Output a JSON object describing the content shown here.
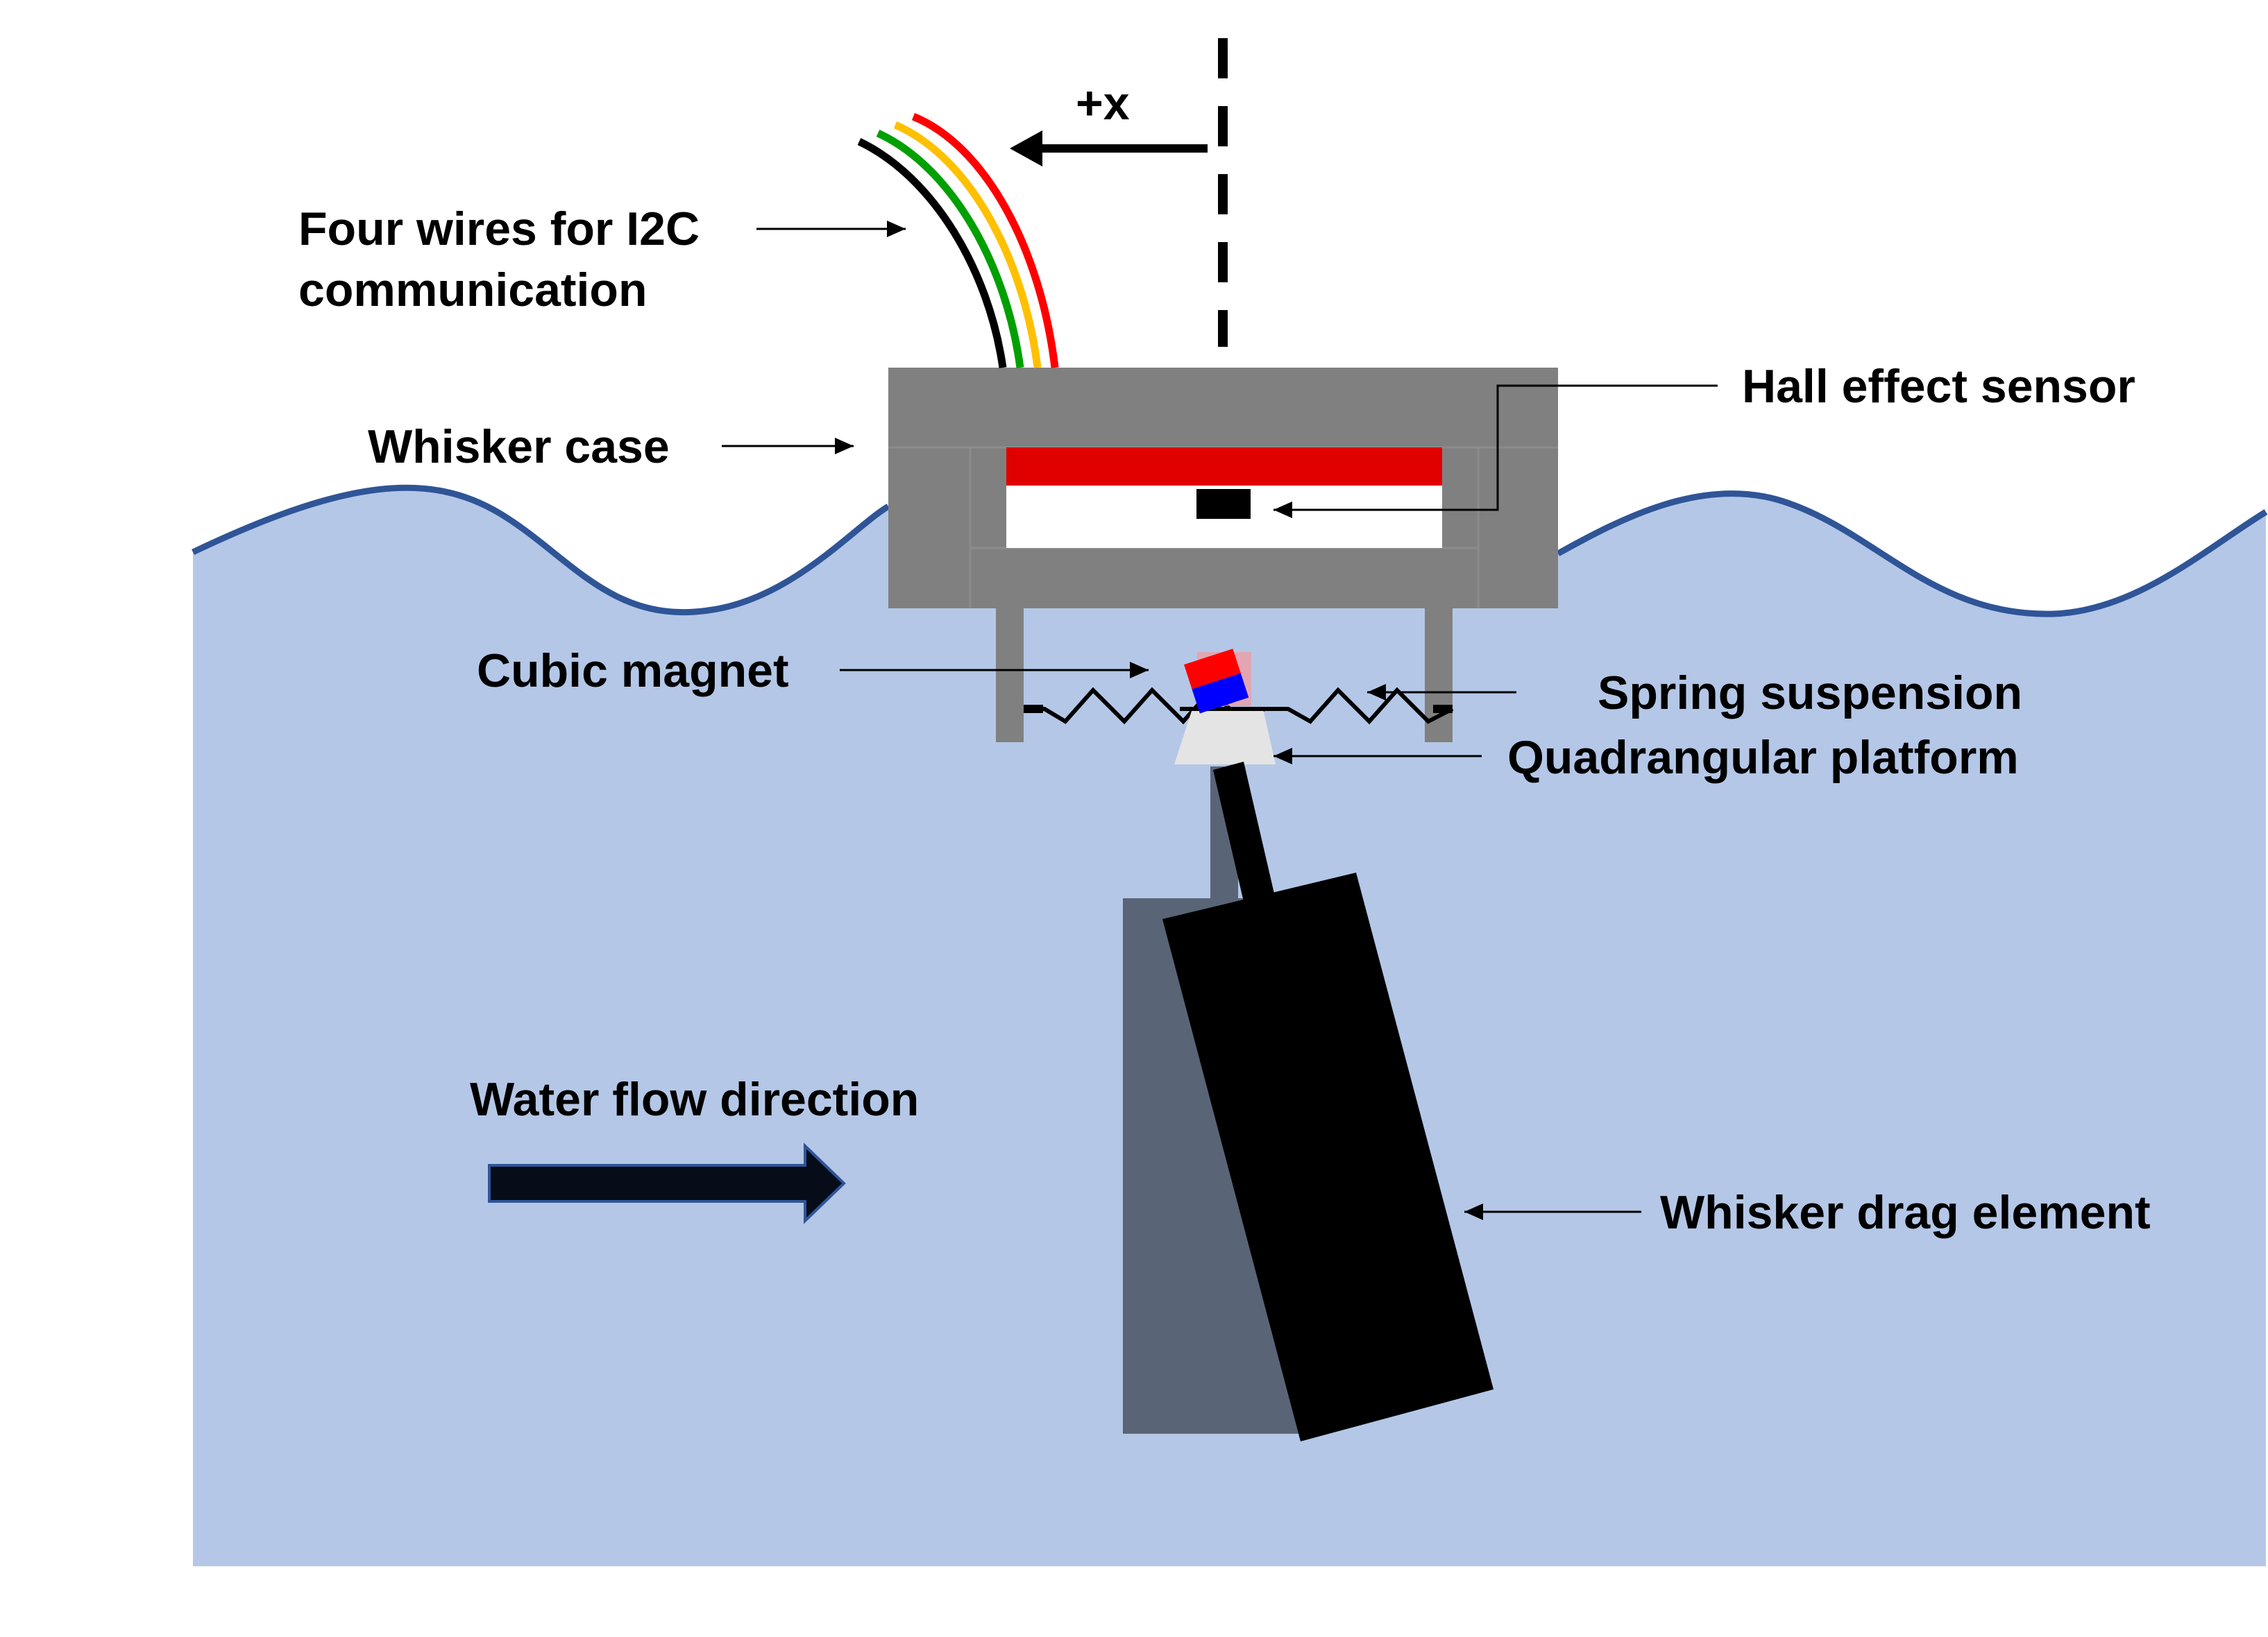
{
  "labels": {
    "plus_x": "+x",
    "wires_line1": "Four wires for I2C",
    "wires_line2": "communication",
    "whisker_case": "Whisker case",
    "hall_effect_sensor": "Hall effect sensor",
    "cubic_magnet": "Cubic magnet",
    "spring_suspension": "Spring suspension",
    "quadrangular_platform": "Quadrangular platform",
    "water_flow_direction": "Water flow direction",
    "whisker_drag_element": "Whisker drag element"
  },
  "colors": {
    "water": "#b4c7e7",
    "water_surface": "#2f5597",
    "case": "#808080",
    "pcb_red": "#e00000",
    "magnet_red": "#ff0000",
    "magnet_blue": "#0000ff",
    "drag_element": "#000000",
    "rest_shadow": "#596477",
    "platform": "#e4e4e4",
    "wire_red": "#ff0000",
    "wire_yellow": "#ffc000",
    "wire_green": "#00a000",
    "wire_black": "#000000"
  }
}
